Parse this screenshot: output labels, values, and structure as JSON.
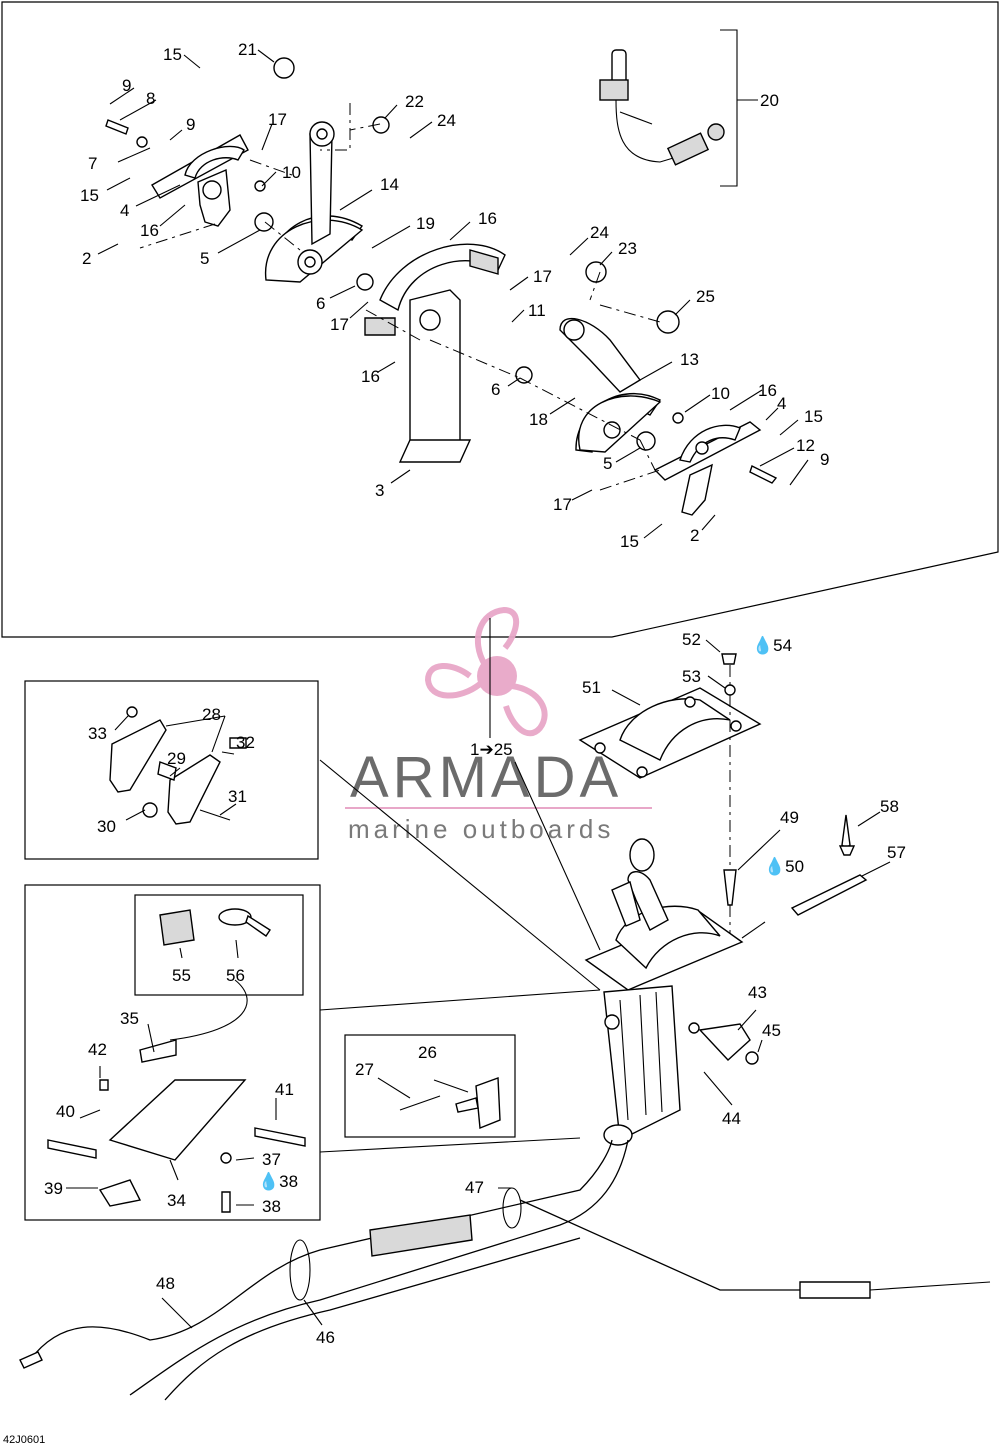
{
  "diagram_code": "42J0601",
  "watermark": {
    "brand": "ARMADA",
    "tagline": "marine outboards",
    "colors": {
      "logo": "#e8a7c8",
      "text": "#6b6b6b",
      "rule": "#e8a7c8"
    }
  },
  "group_label": "1➔25",
  "bracket_label": "20",
  "labels": [
    {
      "id": "l15a",
      "text": "15"
    },
    {
      "id": "l21",
      "text": "21"
    },
    {
      "id": "l9a",
      "text": "9"
    },
    {
      "id": "l8",
      "text": "8"
    },
    {
      "id": "l9b",
      "text": "9"
    },
    {
      "id": "l7",
      "text": "7"
    },
    {
      "id": "l17a",
      "text": "17"
    },
    {
      "id": "l10a",
      "text": "10"
    },
    {
      "id": "l15b",
      "text": "15"
    },
    {
      "id": "l4a",
      "text": "4"
    },
    {
      "id": "l16a",
      "text": "16"
    },
    {
      "id": "l2a",
      "text": "2"
    },
    {
      "id": "l5a",
      "text": "5"
    },
    {
      "id": "l22",
      "text": "22"
    },
    {
      "id": "l24a",
      "text": "24"
    },
    {
      "id": "l14",
      "text": "14"
    },
    {
      "id": "l19",
      "text": "19"
    },
    {
      "id": "l16b",
      "text": "16"
    },
    {
      "id": "l6a",
      "text": "6"
    },
    {
      "id": "l17b",
      "text": "17"
    },
    {
      "id": "l17c",
      "text": "17"
    },
    {
      "id": "l11",
      "text": "11"
    },
    {
      "id": "l16c",
      "text": "16"
    },
    {
      "id": "l24b",
      "text": "24"
    },
    {
      "id": "l23",
      "text": "23"
    },
    {
      "id": "l25",
      "text": "25"
    },
    {
      "id": "l13",
      "text": "13"
    },
    {
      "id": "l6b",
      "text": "6"
    },
    {
      "id": "l18",
      "text": "18"
    },
    {
      "id": "l10b",
      "text": "10"
    },
    {
      "id": "l16d",
      "text": "16"
    },
    {
      "id": "l4b",
      "text": "4"
    },
    {
      "id": "l15c",
      "text": "15"
    },
    {
      "id": "l12",
      "text": "12"
    },
    {
      "id": "l9c",
      "text": "9"
    },
    {
      "id": "l5b",
      "text": "5"
    },
    {
      "id": "l3",
      "text": "3"
    },
    {
      "id": "l17d",
      "text": "17"
    },
    {
      "id": "l15d",
      "text": "15"
    },
    {
      "id": "l2b",
      "text": "2"
    },
    {
      "id": "l52",
      "text": "52"
    },
    {
      "id": "l54",
      "text": "💧54"
    },
    {
      "id": "l53",
      "text": "53"
    },
    {
      "id": "l51",
      "text": "51"
    },
    {
      "id": "l28",
      "text": "28"
    },
    {
      "id": "l33",
      "text": "33"
    },
    {
      "id": "l32",
      "text": "32"
    },
    {
      "id": "l29",
      "text": "29"
    },
    {
      "id": "l31",
      "text": "31"
    },
    {
      "id": "l30",
      "text": "30"
    },
    {
      "id": "l49",
      "text": "49"
    },
    {
      "id": "l50",
      "text": "💧50"
    },
    {
      "id": "l58",
      "text": "58"
    },
    {
      "id": "l57",
      "text": "57"
    },
    {
      "id": "l55",
      "text": "55"
    },
    {
      "id": "l56",
      "text": "56"
    },
    {
      "id": "l35",
      "text": "35"
    },
    {
      "id": "l42",
      "text": "42"
    },
    {
      "id": "l41",
      "text": "41"
    },
    {
      "id": "l40",
      "text": "40"
    },
    {
      "id": "l37",
      "text": "37"
    },
    {
      "id": "l38a",
      "text": "💧38"
    },
    {
      "id": "l39",
      "text": "39"
    },
    {
      "id": "l34",
      "text": "34"
    },
    {
      "id": "l38b",
      "text": "38"
    },
    {
      "id": "l43",
      "text": "43"
    },
    {
      "id": "l45",
      "text": "45"
    },
    {
      "id": "l44",
      "text": "44"
    },
    {
      "id": "l26",
      "text": "26"
    },
    {
      "id": "l27",
      "text": "27"
    },
    {
      "id": "l47",
      "text": "47"
    },
    {
      "id": "l48",
      "text": "48"
    },
    {
      "id": "l46",
      "text": "46"
    }
  ]
}
